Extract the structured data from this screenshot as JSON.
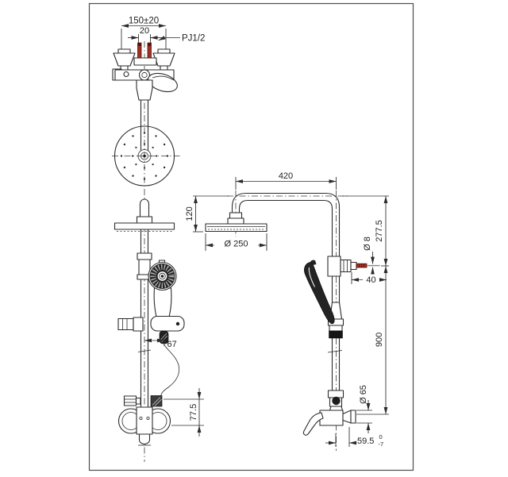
{
  "drawing": {
    "pin_red": "#9c3127",
    "dims": {
      "supply_width": "150±20",
      "inlet_spacing": "20",
      "thread": "PJ1/2",
      "arm_reach": "420",
      "head_drop": "120",
      "head_dia": "Ø 250",
      "upper_span": "277.5",
      "pin_dia": "Ø 8",
      "pin_len": "40",
      "riser_span": "900",
      "escutcheon_dia": "Ø 65",
      "hose_offset": "67",
      "diverter_drop": "77.5",
      "wall_offset": "59.5",
      "wall_offset_tol_hi": "0",
      "wall_offset_tol_lo": "-7"
    }
  }
}
